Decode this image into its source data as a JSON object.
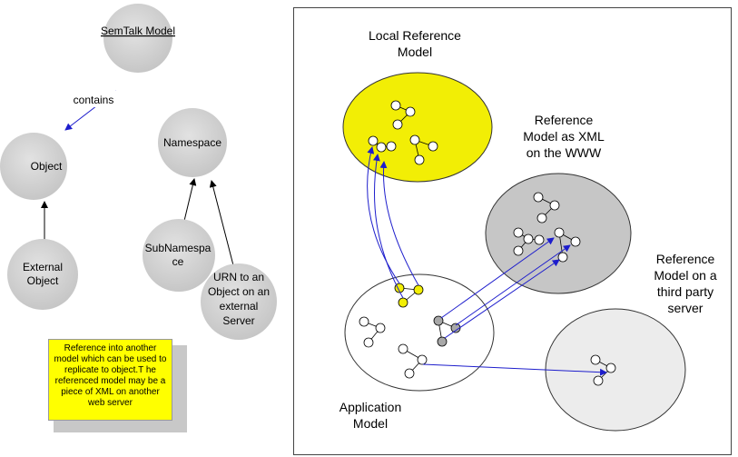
{
  "colors": {
    "bubble_grey": "#d4d4d4",
    "local_model": "#f2ee05",
    "xml_model": "#c6c6c6",
    "third_party_model": "#ececec",
    "link_blue": "#1d1dcc",
    "note_yellow": "#ffff00"
  },
  "left": {
    "semtalk_model": "SemTalk Model",
    "contains": "contains",
    "object": "Object",
    "external_object": [
      "External",
      "Object"
    ],
    "namespace": "Namespace",
    "subnamespace": [
      "SubNamespa",
      "ce"
    ],
    "urn": [
      "URN to an",
      "Object on an",
      "external",
      "Server"
    ],
    "note": "Reference into another model which can be used to replicate to object.T he referenced model may be a piece of XML on another web server"
  },
  "right": {
    "local_model": [
      "Local Reference",
      "Model"
    ],
    "xml_model": [
      "Reference",
      "Model as XML",
      "on the WWW"
    ],
    "third_party_model": [
      "Reference",
      "Model on a",
      "third party",
      "server"
    ],
    "application_model": [
      "Application",
      "Model"
    ]
  }
}
